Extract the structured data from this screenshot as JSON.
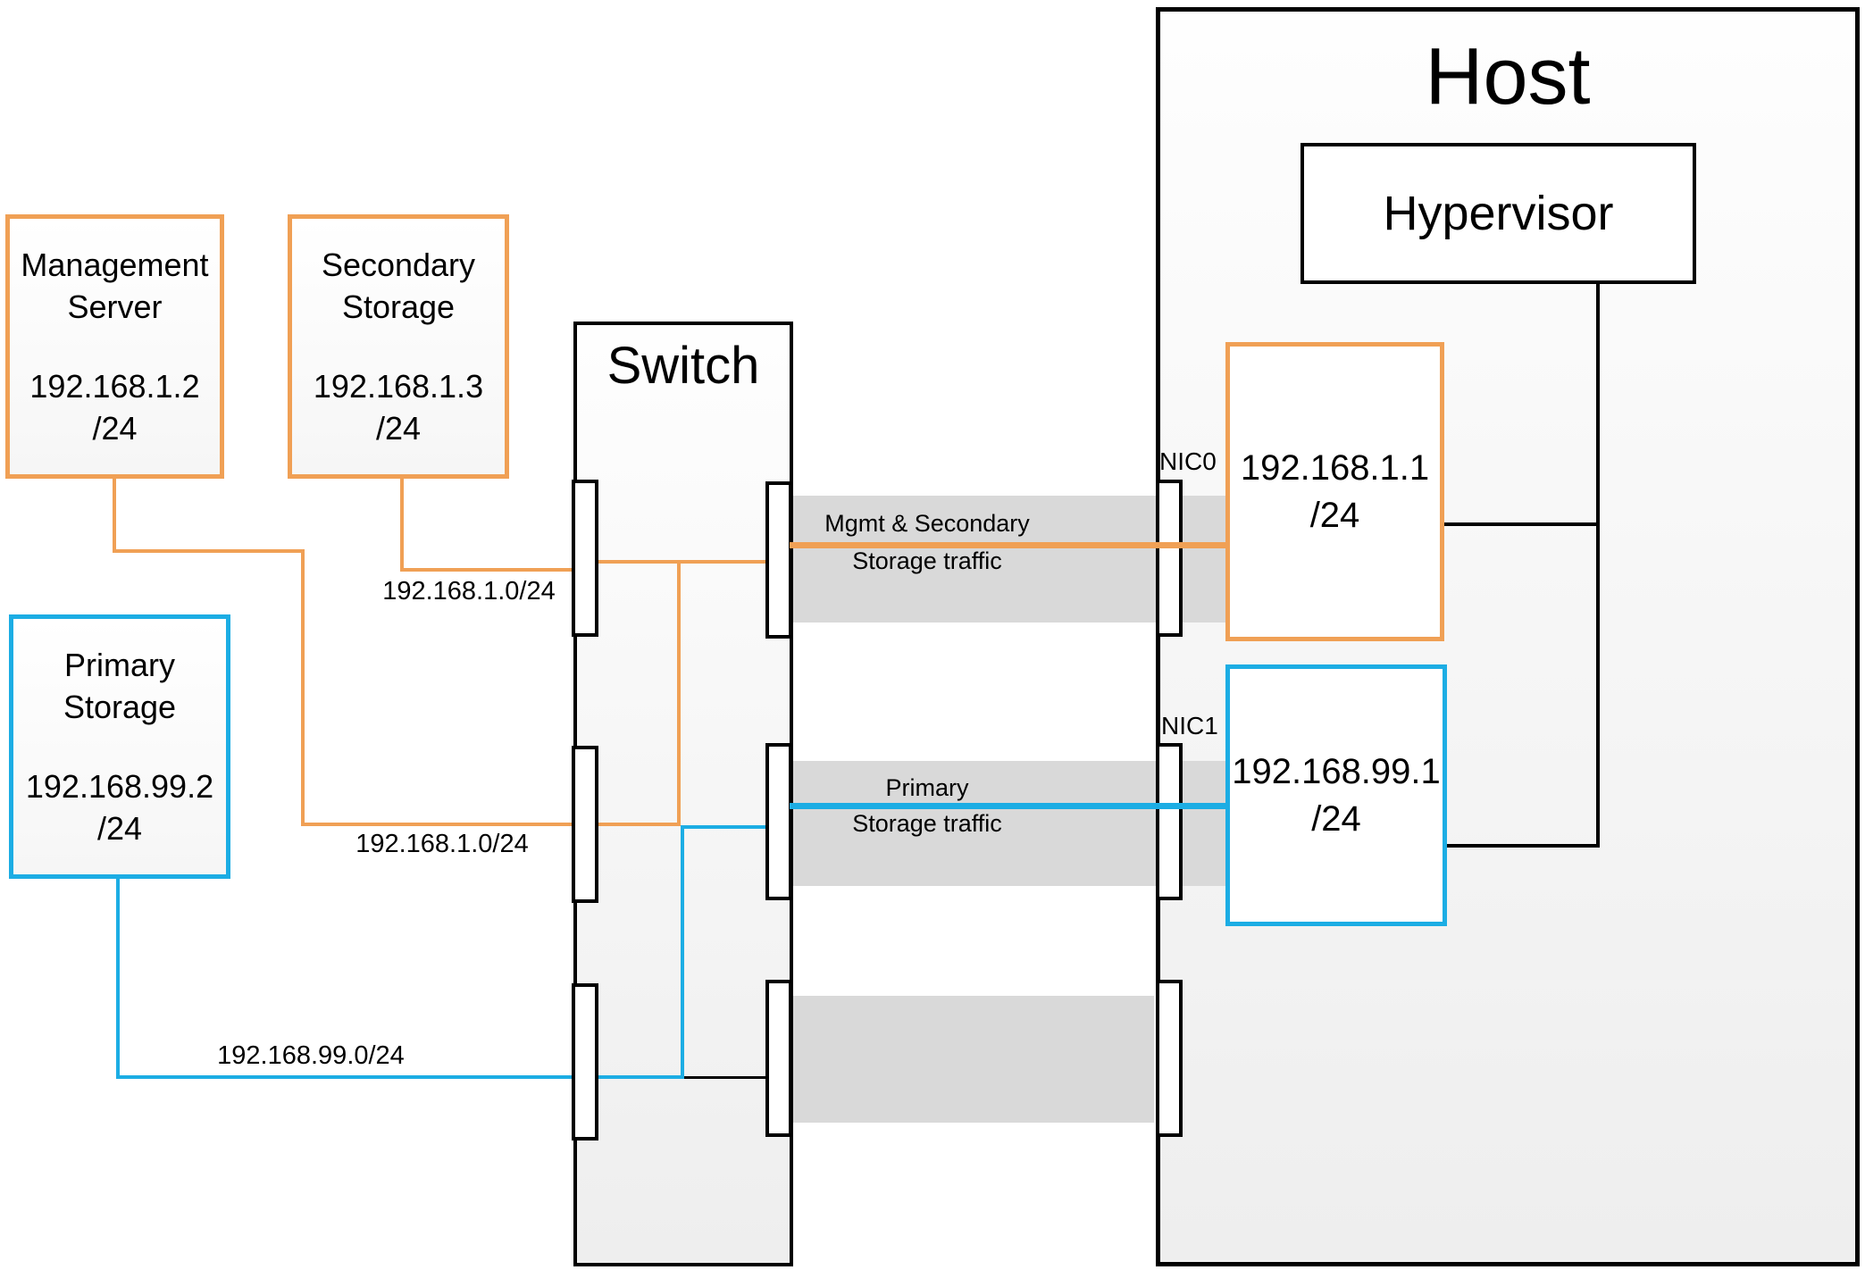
{
  "colors": {
    "orange": "#F0A055",
    "blue": "#1CADE4",
    "band": "#D9D9D9",
    "ink": "#000000"
  },
  "nodes": {
    "management_server": {
      "line1": "Management",
      "line2": "Server",
      "ip": "192.168.1.2",
      "mask": "/24"
    },
    "secondary_storage": {
      "line1": "Secondary",
      "line2": "Storage",
      "ip": "192.168.1.3",
      "mask": "/24"
    },
    "primary_storage": {
      "line1": "Primary",
      "line2": "Storage",
      "ip": "192.168.99.2",
      "mask": "/24"
    },
    "switch": {
      "title": "Switch"
    },
    "host": {
      "title": "Host"
    },
    "hypervisor": {
      "title": "Hypervisor"
    },
    "nic0": {
      "label": "NIC0",
      "ip": "192.168.1.1",
      "mask": "/24"
    },
    "nic1": {
      "label": "NIC1",
      "ip": "192.168.99.1",
      "mask": "/24"
    }
  },
  "subnet_labels": {
    "secondary_to_switch": "192.168.1.0/24",
    "management_to_switch": "192.168.1.0/24",
    "primary_to_switch": "192.168.99.0/24"
  },
  "traffic_labels": {
    "nic0_line1": "Mgmt & Secondary",
    "nic0_line2": "Storage traffic",
    "nic1_line1": "Primary",
    "nic1_line2": "Storage traffic"
  }
}
